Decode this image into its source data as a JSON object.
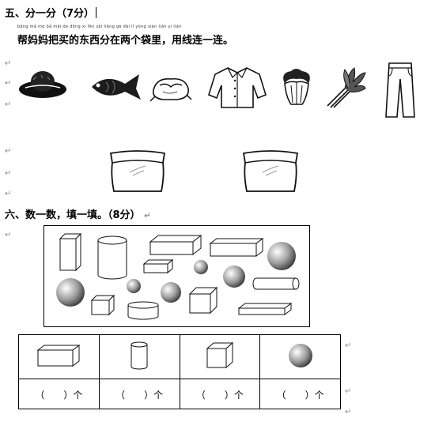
{
  "section5": {
    "title": "五、分一分（7分）",
    "pinyin": "bāng mā mɑ bǎ mǎi de dōng xi fēn zài liǎng gè dài lǐ   yòng xiàn lián yi lián",
    "instruction": "帮妈妈把买的东西分在两个袋里，用线连一连。",
    "items": [
      "hat-icon",
      "fish-icon",
      "chicken-icon",
      "jacket-icon",
      "cabbage-icon",
      "vegetable-bunch-icon",
      "trousers-icon"
    ],
    "bags": [
      "bag-icon",
      "bag-icon"
    ]
  },
  "section6": {
    "title": "六、数一数，填一填。（8分）",
    "count_row": [
      {
        "shape": "cuboid-icon",
        "blank": "（　　）个"
      },
      {
        "shape": "cylinder-icon",
        "blank": "（　　）个"
      },
      {
        "shape": "cube-icon",
        "blank": "（　　）个"
      },
      {
        "shape": "sphere-icon",
        "blank": "（　　）个"
      }
    ]
  },
  "marks": {
    "paragraph": "↵"
  }
}
